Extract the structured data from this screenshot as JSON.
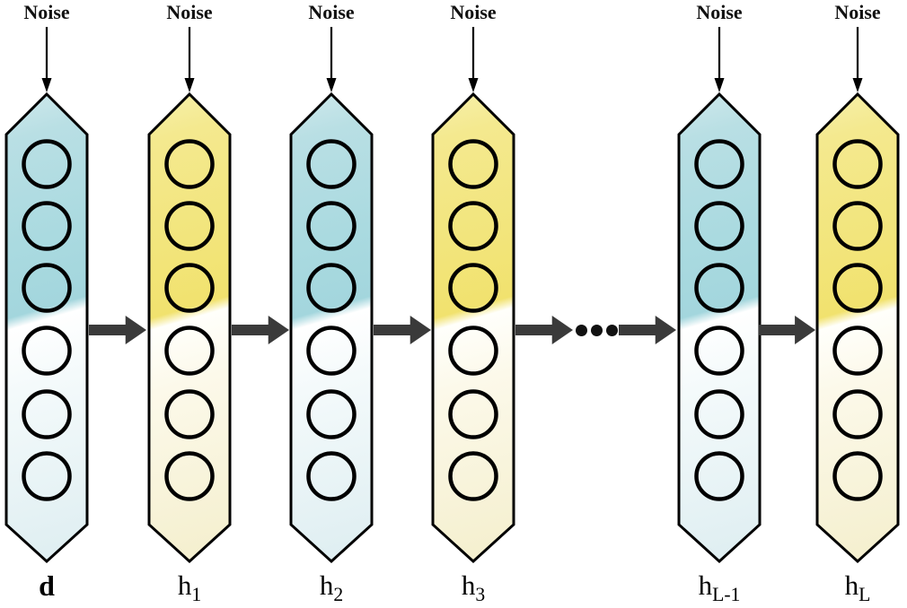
{
  "noise_label": "Noise",
  "colors": {
    "outline": "#000000",
    "arrow_dark": "#3a3a3a",
    "dot": "#111111",
    "background": "#ffffff",
    "teal_top": "#a3d6dd",
    "teal_bottom": "#e0eff2",
    "yellow_top": "#f1e26e",
    "yellow_bottom": "#f5f0d0"
  },
  "gradients": {
    "teal": {
      "s0": "#cfe9ec",
      "s1": "#b9dfe4",
      "s2": "#aadae0",
      "s3": "#a3d6dd",
      "s4": "#ffffff",
      "s5": "#f4fafb",
      "s6": "#e0eff2"
    },
    "yellow": {
      "s0": "#f7f0ab",
      "s1": "#f4e98f",
      "s2": "#f2e57c",
      "s3": "#f1e26e",
      "s4": "#fffffb",
      "s5": "#fcf9ea",
      "s6": "#f5f0d0"
    }
  },
  "columns": [
    {
      "name": "d",
      "label_base": "d",
      "label_sub": "",
      "scheme": "teal",
      "noise": "Noise",
      "units": 6
    },
    {
      "name": "h1",
      "label_base": "h",
      "label_sub": "1",
      "scheme": "yellow",
      "noise": "Noise",
      "units": 6
    },
    {
      "name": "h2",
      "label_base": "h",
      "label_sub": "2",
      "scheme": "teal",
      "noise": "Noise",
      "units": 6
    },
    {
      "name": "h3",
      "label_base": "h",
      "label_sub": "3",
      "scheme": "yellow",
      "noise": "Noise",
      "units": 6
    },
    {
      "name": "hL-1",
      "label_base": "h",
      "label_sub": "L-1",
      "scheme": "teal",
      "noise": "Noise",
      "units": 6
    },
    {
      "name": "hL",
      "label_base": "h",
      "label_sub": "L",
      "scheme": "yellow",
      "noise": "Noise",
      "units": 6
    }
  ],
  "ellipsis_dots": 3
}
